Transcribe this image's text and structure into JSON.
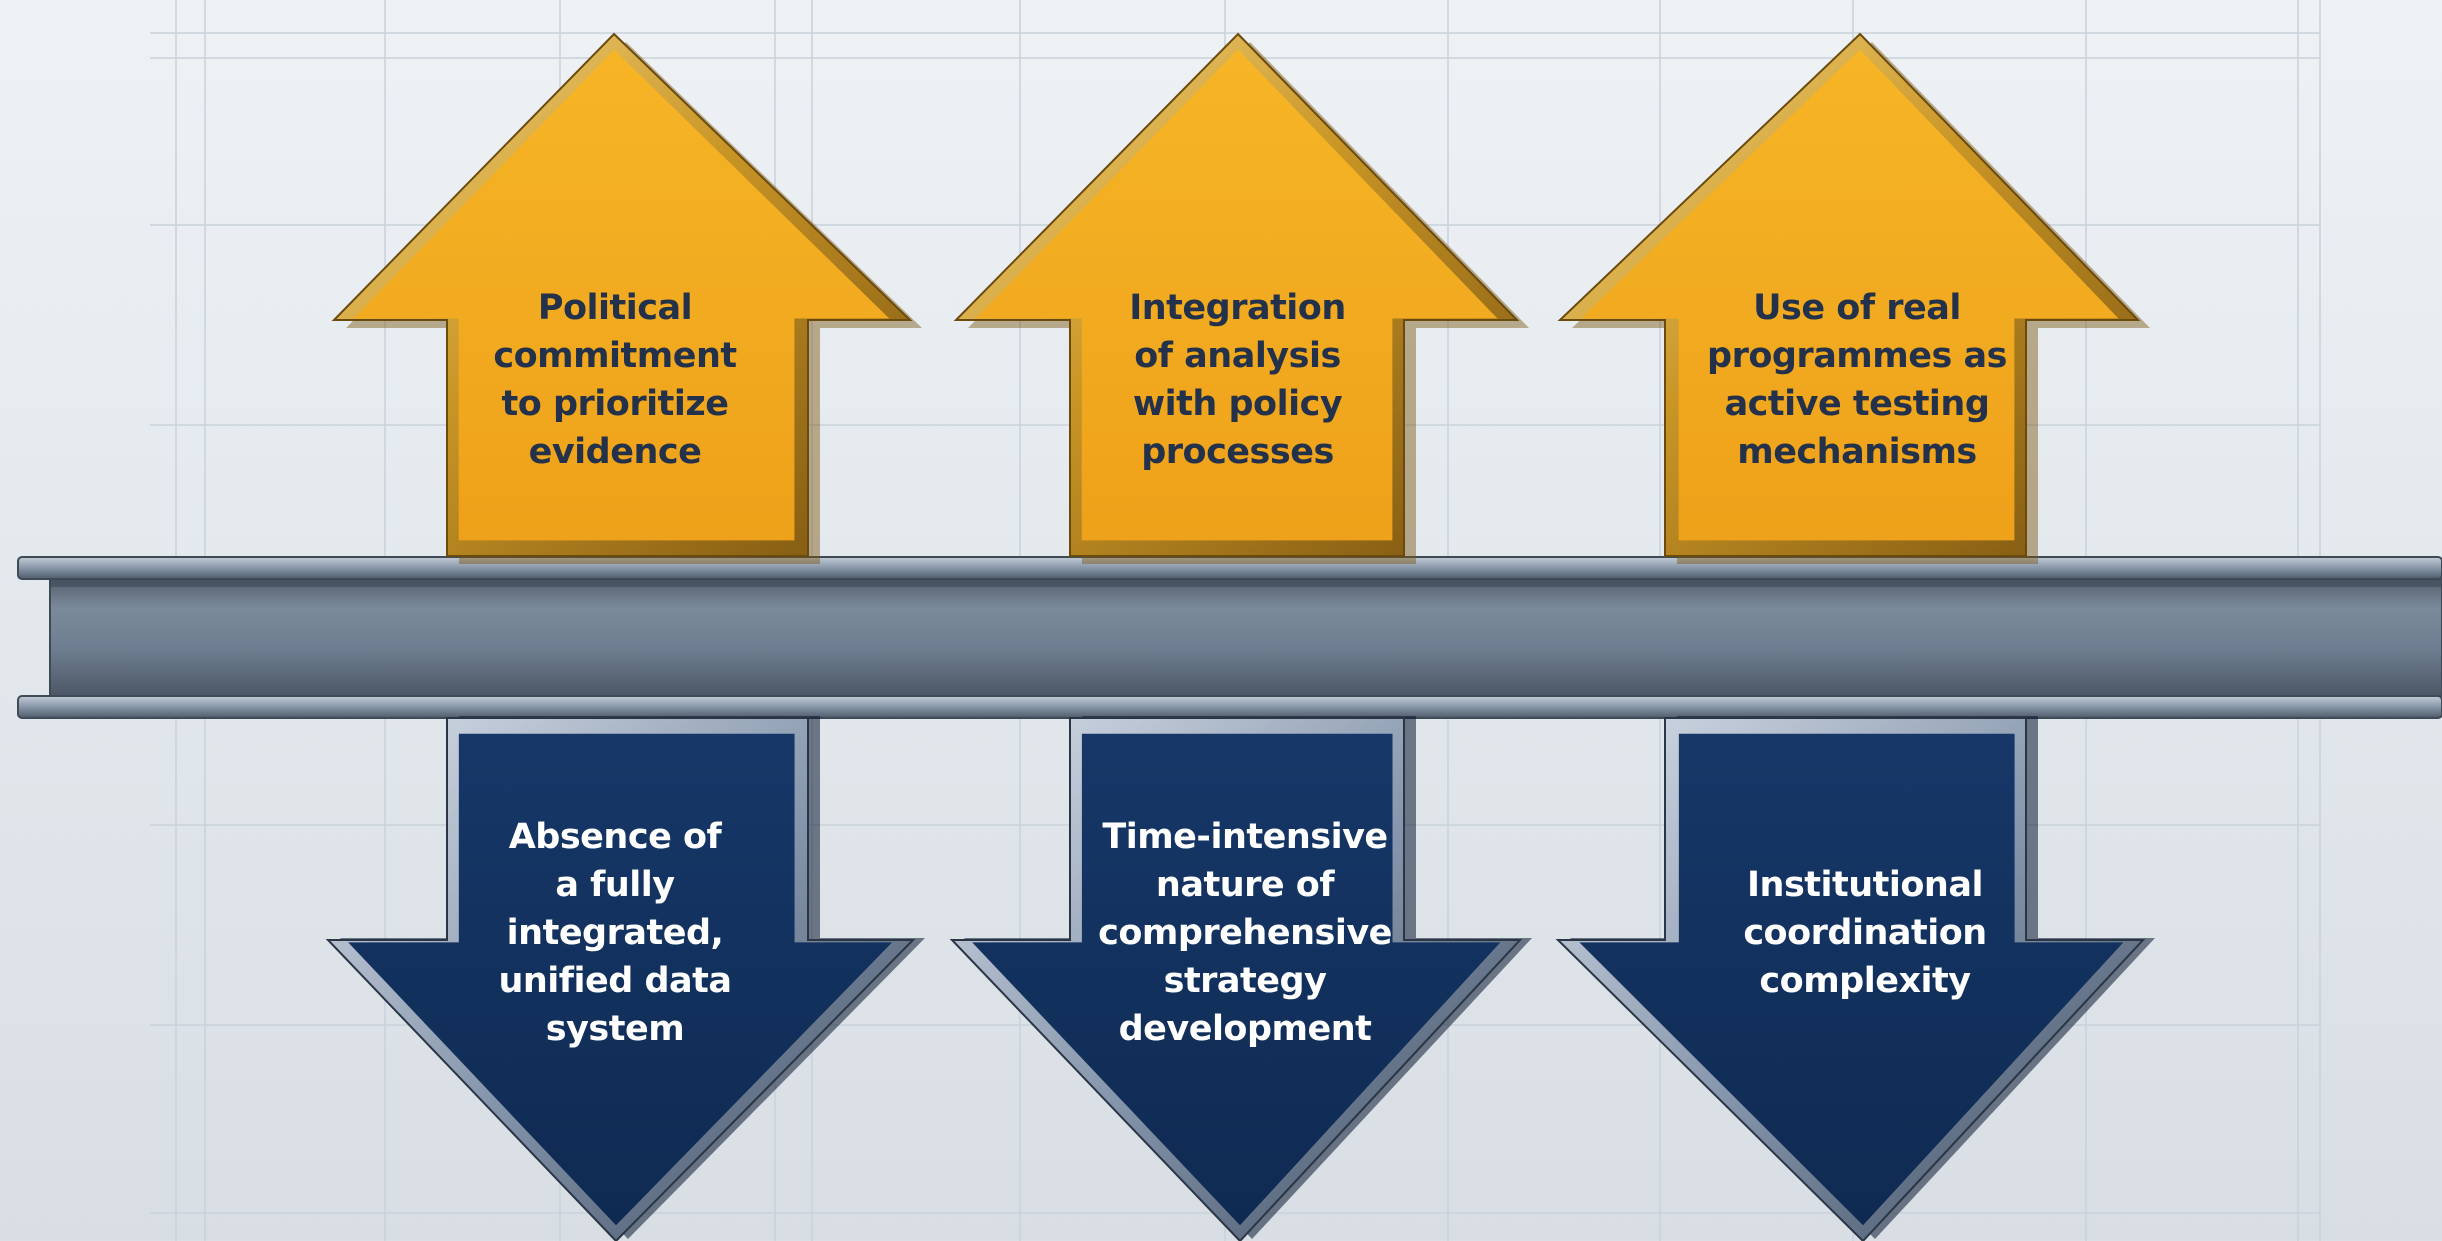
{
  "colors": {
    "background": "#e6ebef",
    "grid": "#c9d2db",
    "up_fill": "#f2a91c",
    "up_border": "#c88a1a",
    "up_text": "#23324a",
    "down_fill": "#12305b",
    "down_border": "#8c9bb0",
    "down_text": "#ffffff",
    "beam": "#6f7f90"
  },
  "up_arrows": [
    {
      "label": "Political commitment to prioritize evidence",
      "lines": [
        "Political",
        "commitment",
        "to prioritize",
        "evidence"
      ],
      "icon": "up-arrow"
    },
    {
      "label": "Integration of analysis with policy processes",
      "lines": [
        "Integration",
        "of analysis",
        "with policy",
        "processes"
      ],
      "icon": "up-arrow"
    },
    {
      "label": "Use of real programmes as active testing mechanisms",
      "lines": [
        "Use of real",
        "programmes as",
        "active testing",
        "mechanisms"
      ],
      "icon": "up-arrow"
    }
  ],
  "down_arrows": [
    {
      "label": "Absence of a fully integrated, unified data system",
      "lines": [
        "Absence of",
        "a fully",
        "integrated,",
        "unified data",
        "system"
      ],
      "icon": "down-arrow"
    },
    {
      "label": "Time-intensive nature of comprehensive strategy development",
      "lines": [
        "Time-intensive",
        "nature of",
        "comprehensive",
        "strategy",
        "development"
      ],
      "icon": "down-arrow"
    },
    {
      "label": "Institutional coordination complexity",
      "lines": [
        "Institutional",
        "coordination",
        "complexity"
      ],
      "icon": "down-arrow"
    }
  ]
}
